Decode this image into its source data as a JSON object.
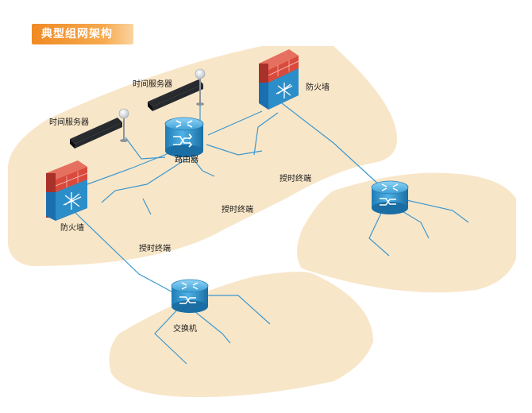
{
  "title": "典型组网架构",
  "labels": {
    "time_server_top": "时间服务器",
    "time_server_left": "时间服务器",
    "router": "路由器",
    "firewall_top": "防火墙",
    "firewall_left": "防火墙",
    "terminal_a": "授时终端",
    "terminal_b": "授时终端",
    "terminal_c": "授时终端",
    "switch": "交换机"
  },
  "colors": {
    "zone_fill": "#f8e6c8",
    "link_line": "#3c98cf",
    "device_blue": "#2b8ec9",
    "firewall_red": "#d94a3c",
    "title_orange": "#f08a24"
  }
}
